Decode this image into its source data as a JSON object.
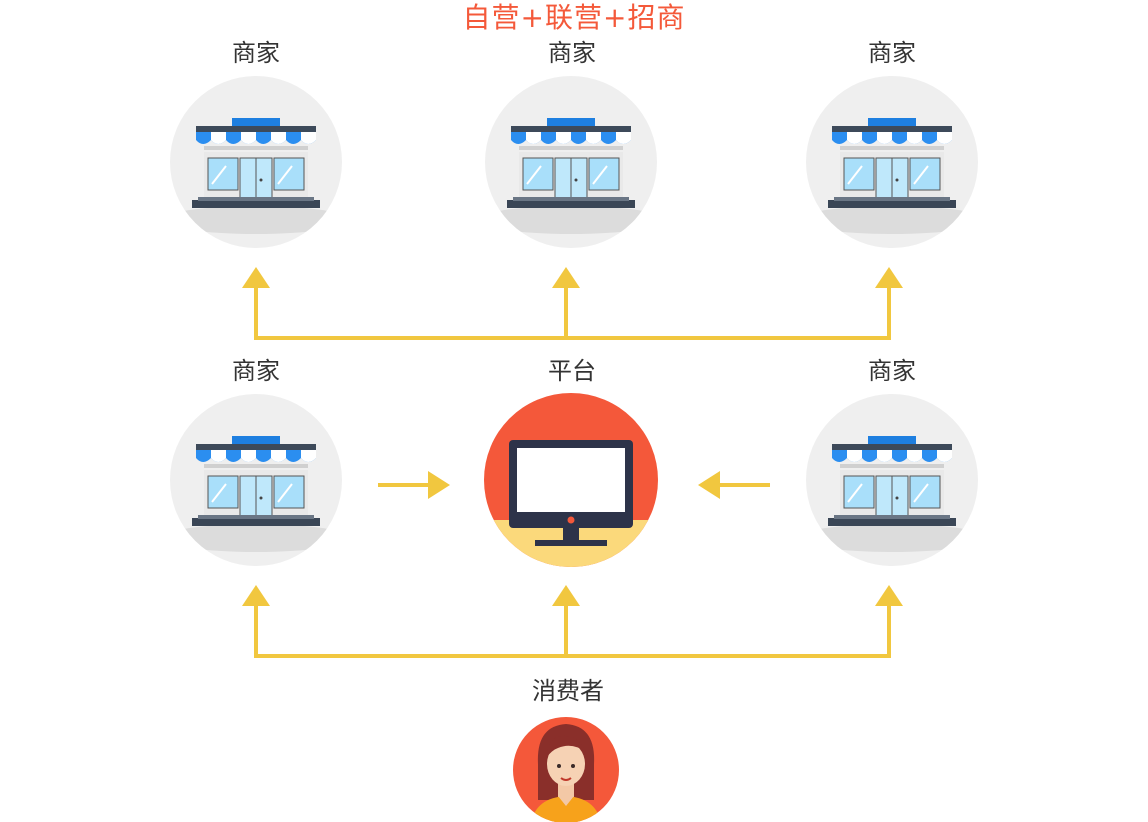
{
  "title": "自营+联营+招商",
  "colors": {
    "title": "#f4593a",
    "arrow": "#f1c73f",
    "store_bg": "#efefef",
    "platform_bg": "#f4583a",
    "consumer_bg": "#f4583a"
  },
  "nodes": {
    "top_left": {
      "label": "商家",
      "icon": "store-icon"
    },
    "top_center": {
      "label": "商家",
      "icon": "store-icon"
    },
    "top_right": {
      "label": "商家",
      "icon": "store-icon"
    },
    "mid_left": {
      "label": "商家",
      "icon": "store-icon"
    },
    "platform": {
      "label": "平台",
      "icon": "monitor-icon"
    },
    "mid_right": {
      "label": "商家",
      "icon": "store-icon"
    },
    "consumer": {
      "label": "消费者",
      "icon": "woman-avatar-icon"
    }
  }
}
